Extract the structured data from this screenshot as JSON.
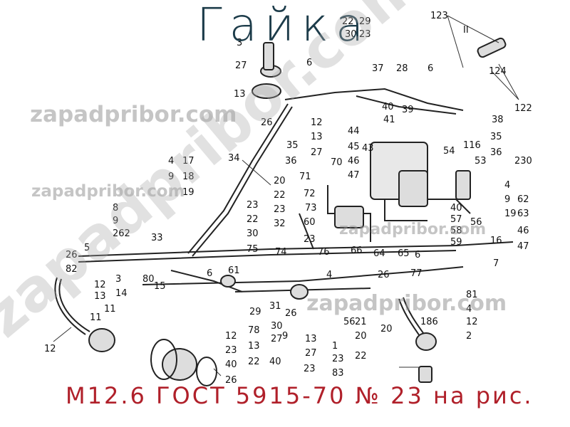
{
  "title": "Гайка",
  "caption": "М12.6 ГОСТ 5915-70 № 23 на рис.",
  "watermarks": {
    "small_1": "zapadpribor.com",
    "small_2": "zapadpribor.com",
    "small_3": "zapadpribor.com",
    "small_4": "zapadpribor.com",
    "diagonal": "zapadpribor.com"
  },
  "diagram_labels": [
    "123",
    "22",
    "29",
    "30",
    "23",
    "II",
    "124",
    "122",
    "3",
    "27",
    "6",
    "37",
    "28",
    "6",
    "13",
    "26",
    "40",
    "39",
    "38",
    "44",
    "41",
    "35",
    "12",
    "35",
    "45",
    "43",
    "116",
    "36",
    "13",
    "36",
    "46",
    "70",
    "54",
    "53",
    "230",
    "27",
    "34",
    "47",
    "71",
    "4",
    "62",
    "4",
    "17",
    "20",
    "72",
    "9",
    "63",
    "9",
    "18",
    "22",
    "73",
    "40",
    "19",
    "46",
    "19",
    "23",
    "57",
    "8",
    "58",
    "47",
    "22",
    "23",
    "59",
    "9",
    "30",
    "56",
    "262",
    "32",
    "60",
    "23",
    "16",
    "33",
    "75",
    "74",
    "76",
    "66",
    "64",
    "65",
    "6",
    "61",
    "7",
    "5",
    "26",
    "6",
    "82",
    "26",
    "77",
    "4",
    "12",
    "3",
    "13",
    "14",
    "15",
    "80",
    "81",
    "4",
    "12",
    "29",
    "31",
    "26",
    "56",
    "186",
    "9",
    "2",
    "11",
    "30",
    "11",
    "20",
    "27",
    "12",
    "78",
    "13",
    "1",
    "21",
    "12",
    "23",
    "13",
    "20",
    "27",
    "22",
    "22",
    "23",
    "40",
    "23",
    "83",
    "40",
    "26"
  ]
}
